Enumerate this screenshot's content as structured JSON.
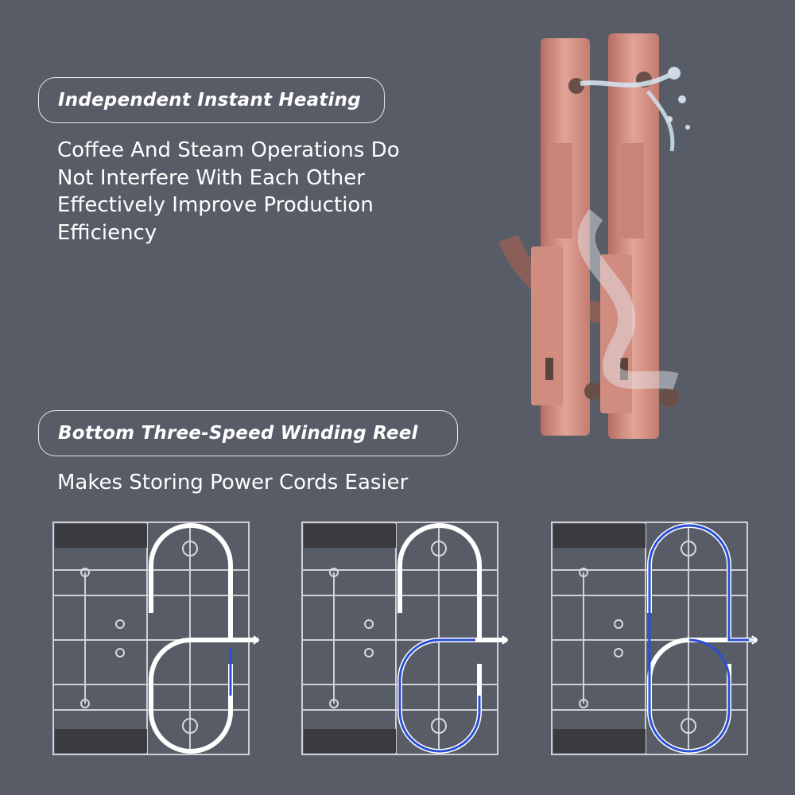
{
  "sections": [
    {
      "heading": "Independent Instant Heating",
      "lines": [
        "Coffee And Steam Operations Do",
        "Not Interfere With Each Other",
        "Effectively Improve Production",
        "Efficiency"
      ]
    },
    {
      "heading": "Bottom Three-Speed Winding Reel",
      "lines": [
        "Makes Storing Power Cords Easier"
      ]
    }
  ],
  "illustrations": {
    "heater": {
      "icon": "twin-heating-element-illustration",
      "color": "#d9958a"
    },
    "reels": [
      {
        "icon": "winding-reel-diagram",
        "speed_level": 1
      },
      {
        "icon": "winding-reel-diagram",
        "speed_level": 2
      },
      {
        "icon": "winding-reel-diagram",
        "speed_level": 3
      }
    ],
    "colors": {
      "background": "#585c66",
      "cord": "#ffffff",
      "highlight": "#2a4fd6"
    }
  }
}
